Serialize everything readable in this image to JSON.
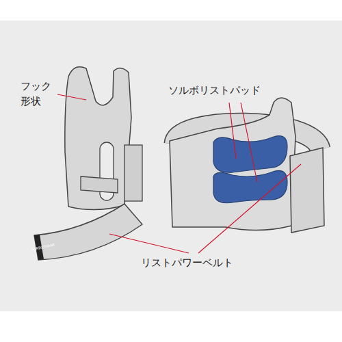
{
  "diagram": {
    "labels": [
      "フック 形状",
      "ソルボリストパッド",
      "リストパワーベルト",
      "SORBOTHANE"
    ]
  }
}
